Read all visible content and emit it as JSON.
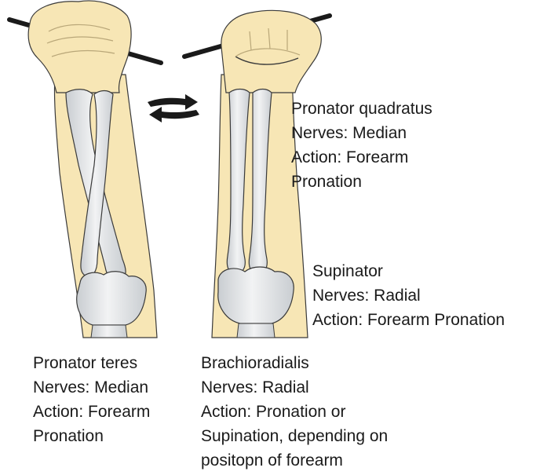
{
  "colors": {
    "skin": "#f7e6b5",
    "skin_shadow": "#e8d39c",
    "outline": "#3a3a3a",
    "bone": "#e6e8ea",
    "bone_shade": "#c9cdd1",
    "rod": "#1a1a1a",
    "text": "#1a1a1a"
  },
  "icons": {
    "rotation_arrows": "double-rotation-arrows-icon"
  },
  "labels": {
    "pronator_quadratus": {
      "name": "Pronator quadratus",
      "nerve": "Nerves: Median",
      "action_line1": "Action: Forearm",
      "action_line2": "Pronation"
    },
    "supinator": {
      "name": "Supinator",
      "nerve": "Nerves: Radial",
      "action": "Action: Forearm Pronation"
    },
    "pronator_teres": {
      "name": "Pronator teres",
      "nerve": "Nerves: Median",
      "action_line1": "Action: Forearm",
      "action_line2": "Pronation"
    },
    "brachioradialis": {
      "name": "Brachioradialis",
      "nerve": "Nerves: Radial",
      "action_line1": "Action: Pronation or",
      "action_line2": "Supination, depending on",
      "action_line3": "positopn of forearm"
    }
  }
}
